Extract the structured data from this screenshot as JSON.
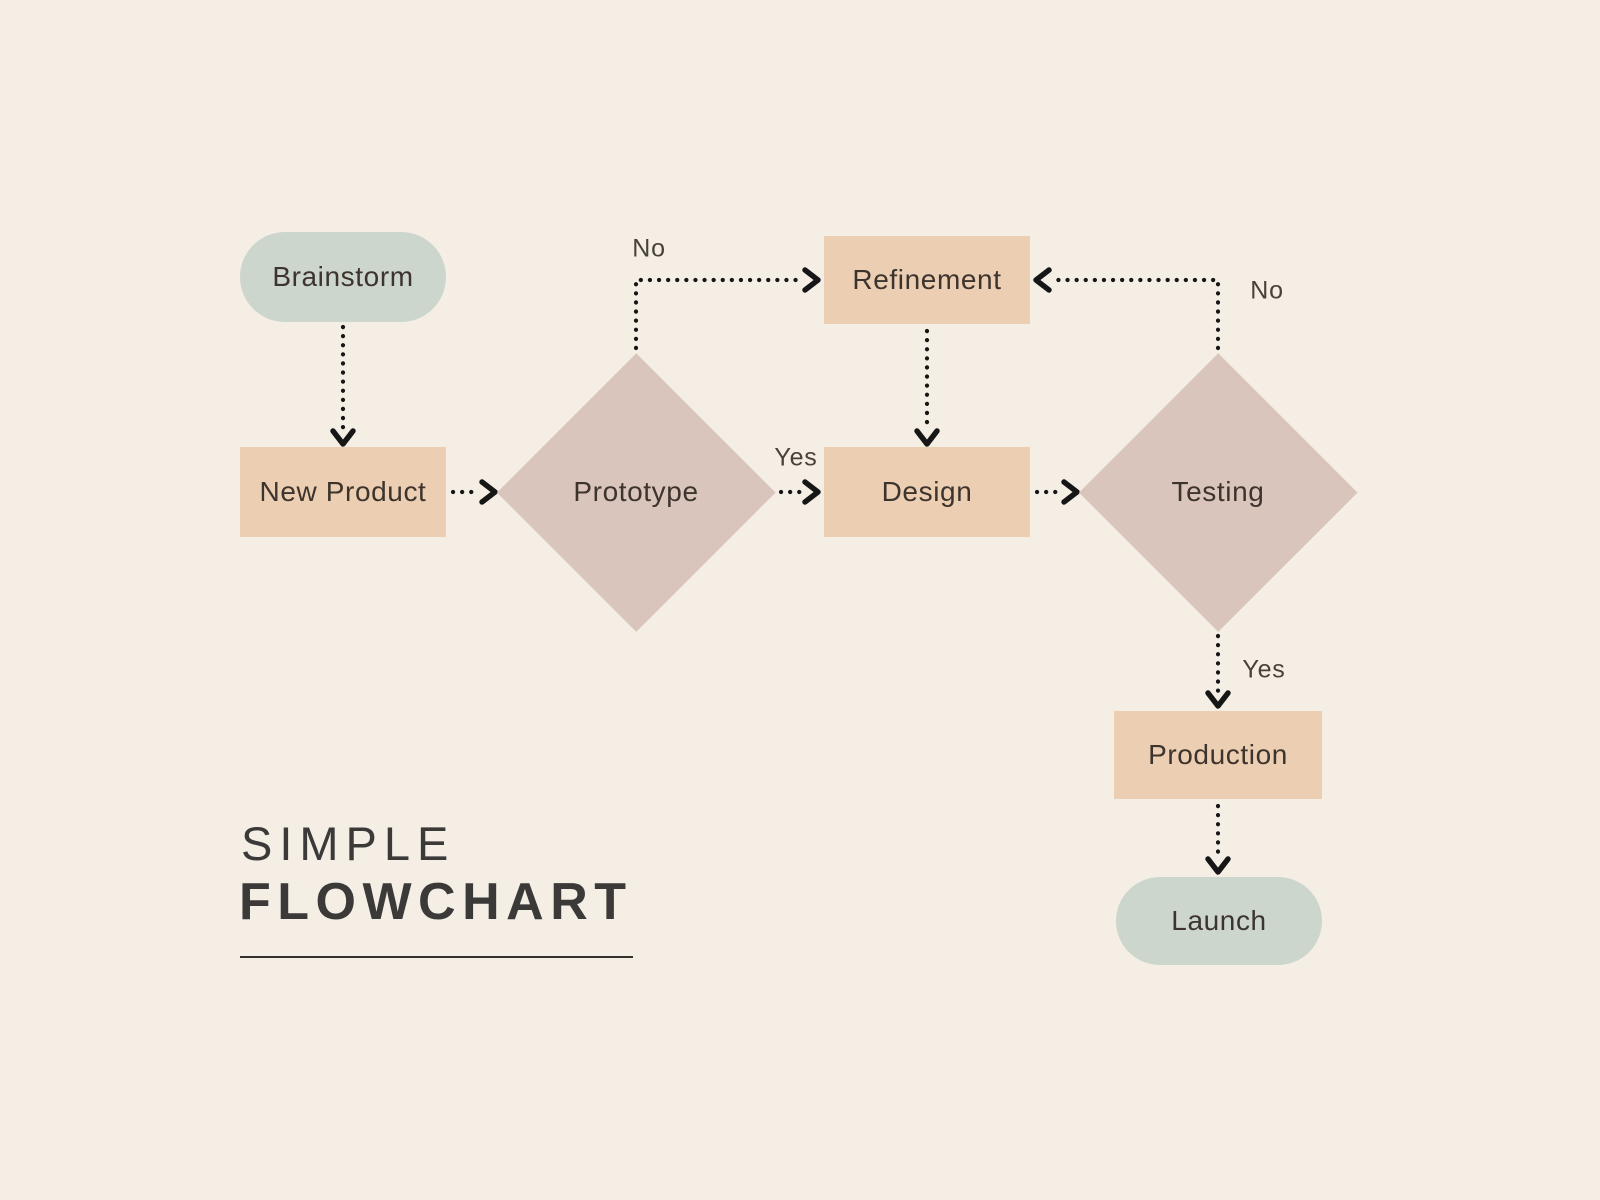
{
  "title": {
    "line1": "SIMPLE",
    "line2": "FLOWCHART"
  },
  "nodes": {
    "brainstorm": {
      "label": "Brainstorm",
      "shape": "pill",
      "color": "#ccd6cc"
    },
    "new_product": {
      "label": "New Product",
      "shape": "rect",
      "color": "#ecceb3"
    },
    "prototype": {
      "label": "Prototype",
      "shape": "diamond",
      "color": "#d9c5bc"
    },
    "refinement": {
      "label": "Refinement",
      "shape": "rect",
      "color": "#ecceb3"
    },
    "design": {
      "label": "Design",
      "shape": "rect",
      "color": "#ecceb3"
    },
    "testing": {
      "label": "Testing",
      "shape": "diamond",
      "color": "#d9c5bc"
    },
    "production": {
      "label": "Production",
      "shape": "rect",
      "color": "#ecceb3"
    },
    "launch": {
      "label": "Launch",
      "shape": "pill",
      "color": "#ccd6cc"
    }
  },
  "edges": [
    {
      "from": "brainstorm",
      "to": "new_product",
      "label": ""
    },
    {
      "from": "new_product",
      "to": "prototype",
      "label": ""
    },
    {
      "from": "prototype",
      "to": "refinement",
      "label": "No"
    },
    {
      "from": "refinement",
      "to": "design",
      "label": ""
    },
    {
      "from": "prototype",
      "to": "design",
      "label": "Yes"
    },
    {
      "from": "design",
      "to": "testing",
      "label": ""
    },
    {
      "from": "testing",
      "to": "refinement",
      "label": "No"
    },
    {
      "from": "testing",
      "to": "production",
      "label": "Yes"
    },
    {
      "from": "production",
      "to": "launch",
      "label": ""
    }
  ],
  "colors": {
    "bg": "#f4eee5",
    "sage": "#ccd6cc",
    "peach": "#ecceb3",
    "mauve": "#d9c5bc",
    "ink": "#161616",
    "node_text": "#3d342d",
    "label_text": "#474139",
    "title_text": "#3b3a38"
  }
}
